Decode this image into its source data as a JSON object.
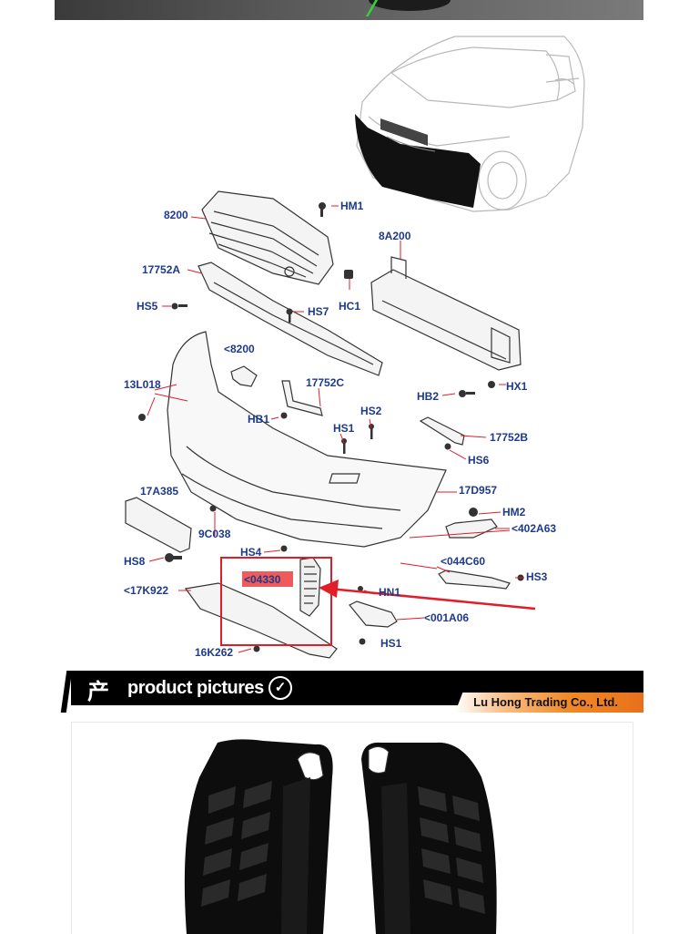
{
  "diagram": {
    "part_labels": {
      "p8200": "8200",
      "hm1": "HM1",
      "p8a200": "8A200",
      "p17752a": "17752A",
      "hs5": "HS5",
      "hc1": "HC1",
      "hs7": "HS7",
      "lt8200": "<8200",
      "p13l018": "13L018",
      "p17752c": "17752C",
      "hb1": "HB1",
      "hs2": "HS2",
      "hb2": "HB2",
      "hx1": "HX1",
      "hs1_top": "HS1",
      "p17752b": "17752B",
      "hs6": "HS6",
      "p17a385": "17A385",
      "p17d957": "17D957",
      "hm2": "HM2",
      "p9c038": "9C038",
      "p402a63": "<402A63",
      "hs8": "HS8",
      "hs4": "HS4",
      "p044c60": "<044C60",
      "hs3": "HS3",
      "p04330": "<04330",
      "hn1": "HN1",
      "p17k922": "<17K922",
      "p001a06": "<001A06",
      "hs1_bottom": "HS1",
      "p16k262": "16K262"
    },
    "highlight_color": "#e11d2a",
    "label_color": "#1e3a8a"
  },
  "banner": {
    "cn_glyph": "产",
    "title": "product pictures",
    "check_icon": "✓",
    "company": "Lu Hong Trading Co., Ltd."
  },
  "photo": {
    "subject": "front-bumper-side-vent-grilles",
    "color": "#0d0d0d"
  }
}
